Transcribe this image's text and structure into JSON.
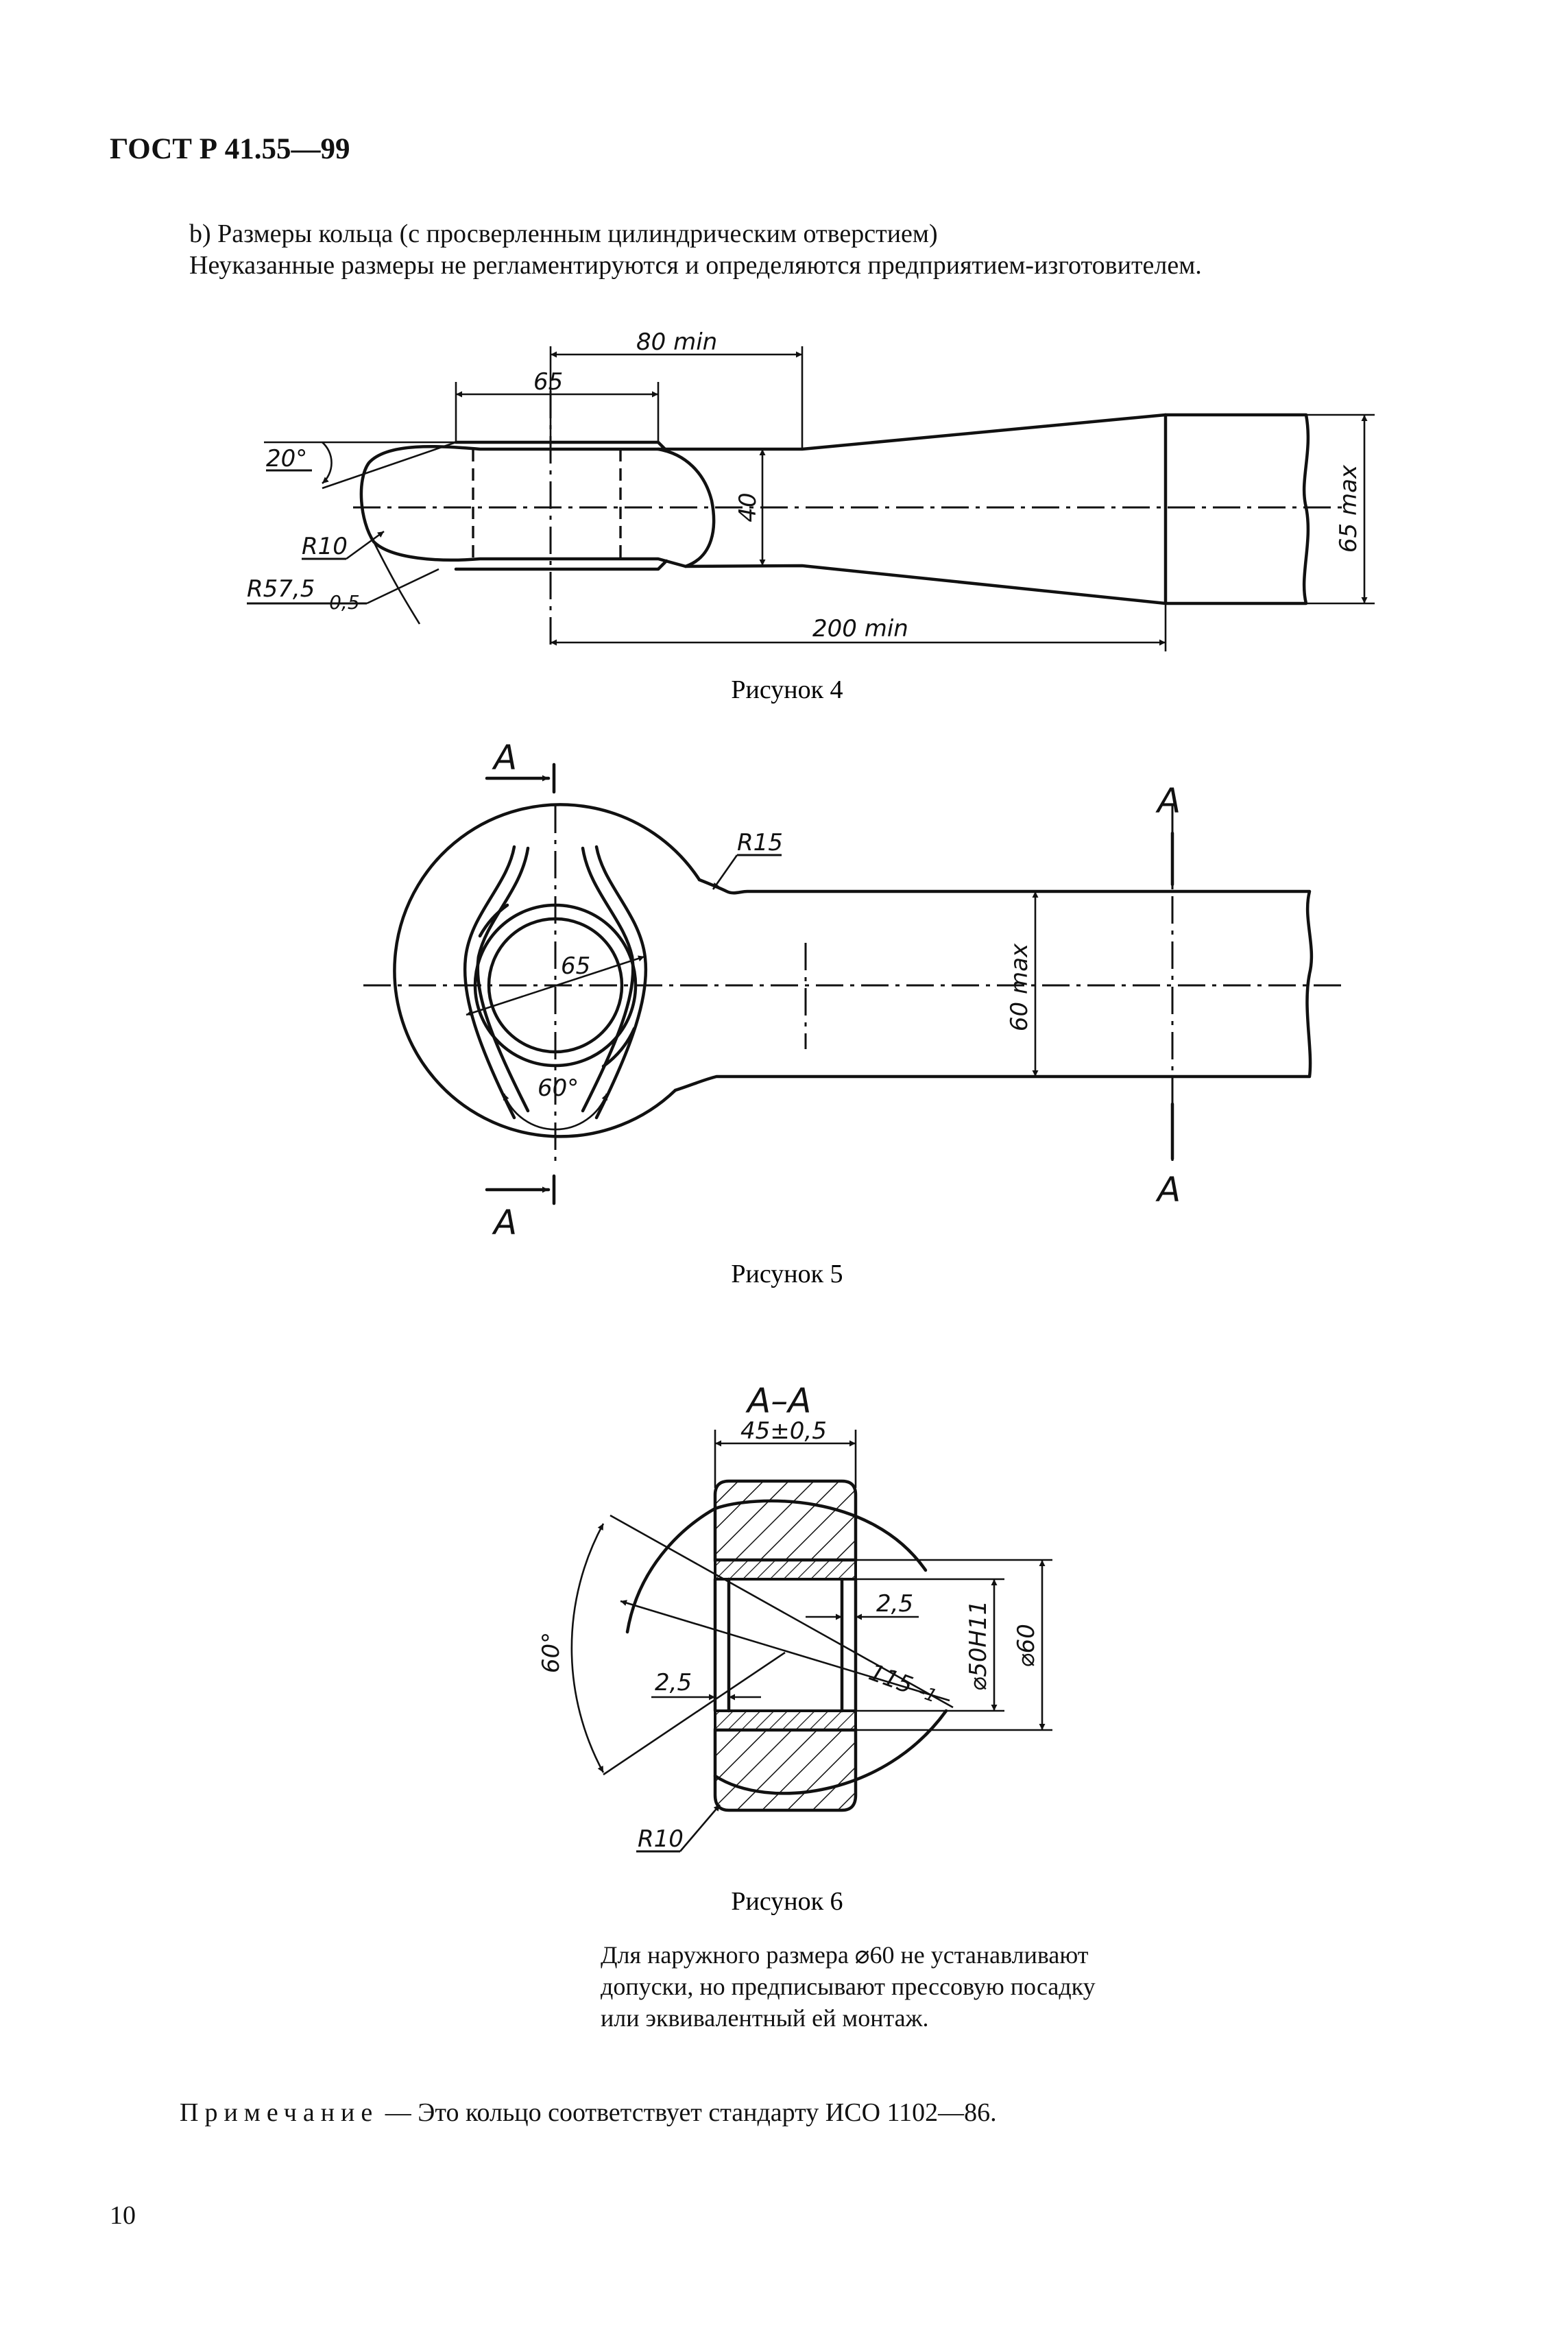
{
  "header": {
    "code": "ГОСТ Р 41.55—99"
  },
  "intro": {
    "line1": "b) Размеры кольца (с просверленным цилиндрическим отверстием)",
    "line2": "Неуказанные размеры не регламентируются и определяются предприятием-изготовителем."
  },
  "figure4": {
    "caption": "Рисунок 4",
    "labels": {
      "len80": "80 min",
      "d65": "65",
      "angle20": "20°",
      "d40": "40",
      "r10": "R10",
      "r57": "R57,5",
      "r57_tol": "-0,5",
      "len200": "200 min",
      "w65max": "65 max"
    }
  },
  "figure5": {
    "caption": "Рисунок 5",
    "labels": {
      "sec_a": "A",
      "r15": "R15",
      "d65": "65",
      "w60max": "60 max",
      "angle60": "60°"
    }
  },
  "figure6": {
    "caption": "Рисунок 6",
    "labels": {
      "title": "A–A",
      "w45": "45±0,5",
      "c25a": "2,5",
      "c25b": "2,5",
      "r115": "115",
      "r115_tol": "-1",
      "d50": "⌀50H11",
      "d60": "⌀60",
      "angle60": "60°",
      "r10": "R10"
    }
  },
  "note_para": {
    "text": "Для наружного размера ⌀60 не устанавливают допуски, но предписывают прессовую посадку или эквивалентный ей монтаж."
  },
  "remark": {
    "label": "Примечание",
    "text": " — Это кольцо соответствует стандарту ИСО 1102—86."
  },
  "page_number": "10"
}
